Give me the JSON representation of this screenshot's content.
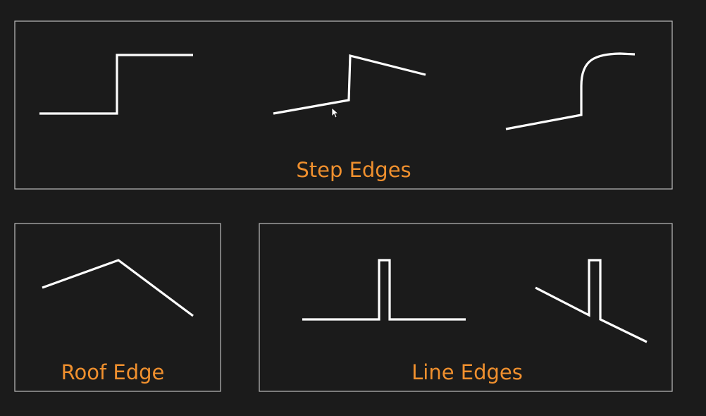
{
  "diagram": {
    "panels": {
      "step": {
        "label": "Step Edges"
      },
      "roof": {
        "label": "Roof Edge"
      },
      "line": {
        "label": "Line Edges"
      }
    },
    "colors": {
      "background": "#1b1b1b",
      "panel_border": "#bdbdbd",
      "edge_stroke": "#ffffff",
      "label": "#f0902e"
    }
  }
}
